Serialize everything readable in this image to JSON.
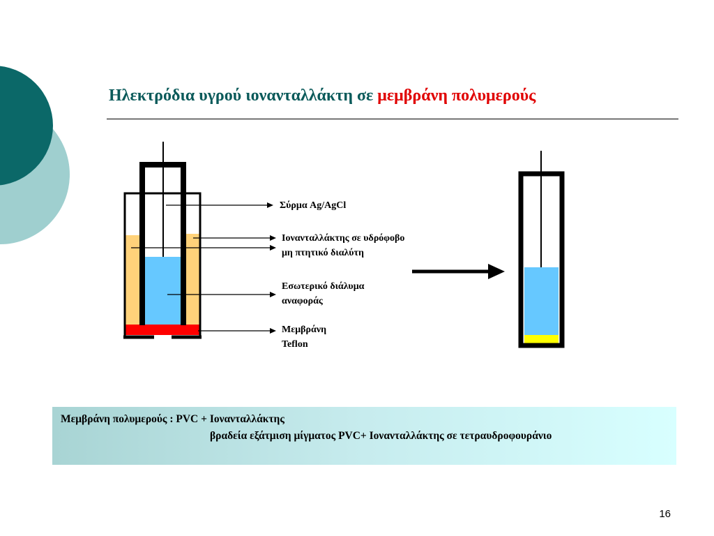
{
  "slide": {
    "title_main": "Ηλεκτρόδια υγρού ιονανταλλάκτη σε ",
    "title_accent": "μεμβράνη πολυμερούς",
    "page_number": "16"
  },
  "diagram": {
    "labels": {
      "wire": "Σύρμα Ag/AgCl",
      "exchanger_line1": "Ιονανταλλάκτης σε υδρόφοβο",
      "exchanger_line2": "μη πτητικό διαλύτη",
      "inner_solution_line1": "Εσωτερικό διάλυμα",
      "inner_solution_line2": "αναφοράς",
      "membrane_line1": "Μεμβράνη",
      "membrane_line2": "Teflon"
    }
  },
  "infobox": {
    "line1": "Μεμβράνη πολυμερούς : PVC + Ιονανταλλάκτης",
    "line2": "βραδεία εξάτμιση μίγματος PVC+ Ιονανταλλάκτης σε τετραυδροφουράνιο"
  },
  "colors": {
    "title_teal": "#0a5a5a",
    "title_red": "#e00000",
    "deco_dark_teal": "#0b6868",
    "deco_light_teal": "#9fcfcf",
    "exchanger_orange": "#ffd27a",
    "inner_solution_blue": "#66c8ff",
    "membrane_red": "#ff0000",
    "pvc_membrane_yellow": "#ffff00"
  }
}
